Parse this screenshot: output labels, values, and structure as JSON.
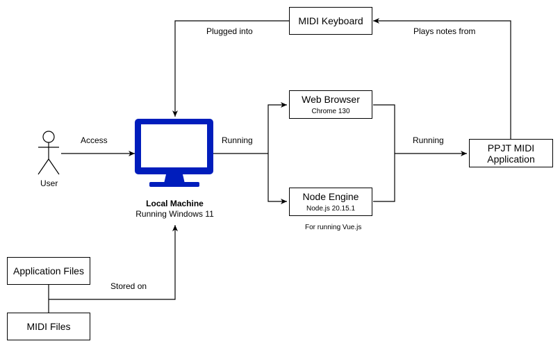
{
  "nodes": {
    "midi_keyboard": {
      "label": "MIDI Keyboard"
    },
    "web_browser": {
      "label": "Web Browser",
      "sub": "Chrome 130"
    },
    "node_engine": {
      "label": "Node Engine",
      "sub": "Node.js 20.15.1",
      "note": "For running Vue.js"
    },
    "ppjt_app": {
      "label": "PPJT MIDI Application"
    },
    "user": {
      "label": "User"
    },
    "local_machine": {
      "title": "Local Machine",
      "subtitle": "Running Windows 11"
    },
    "application_files": {
      "label": "Application Files"
    },
    "midi_files": {
      "label": "MIDI Files"
    }
  },
  "edges": {
    "plugged_into": "Plugged into",
    "plays_notes_from": "Plays notes from",
    "access": "Access",
    "running_left": "Running",
    "running_right": "Running",
    "stored_on": "Stored on"
  },
  "colors": {
    "monitor": "#001DBC",
    "line": "#000000"
  }
}
